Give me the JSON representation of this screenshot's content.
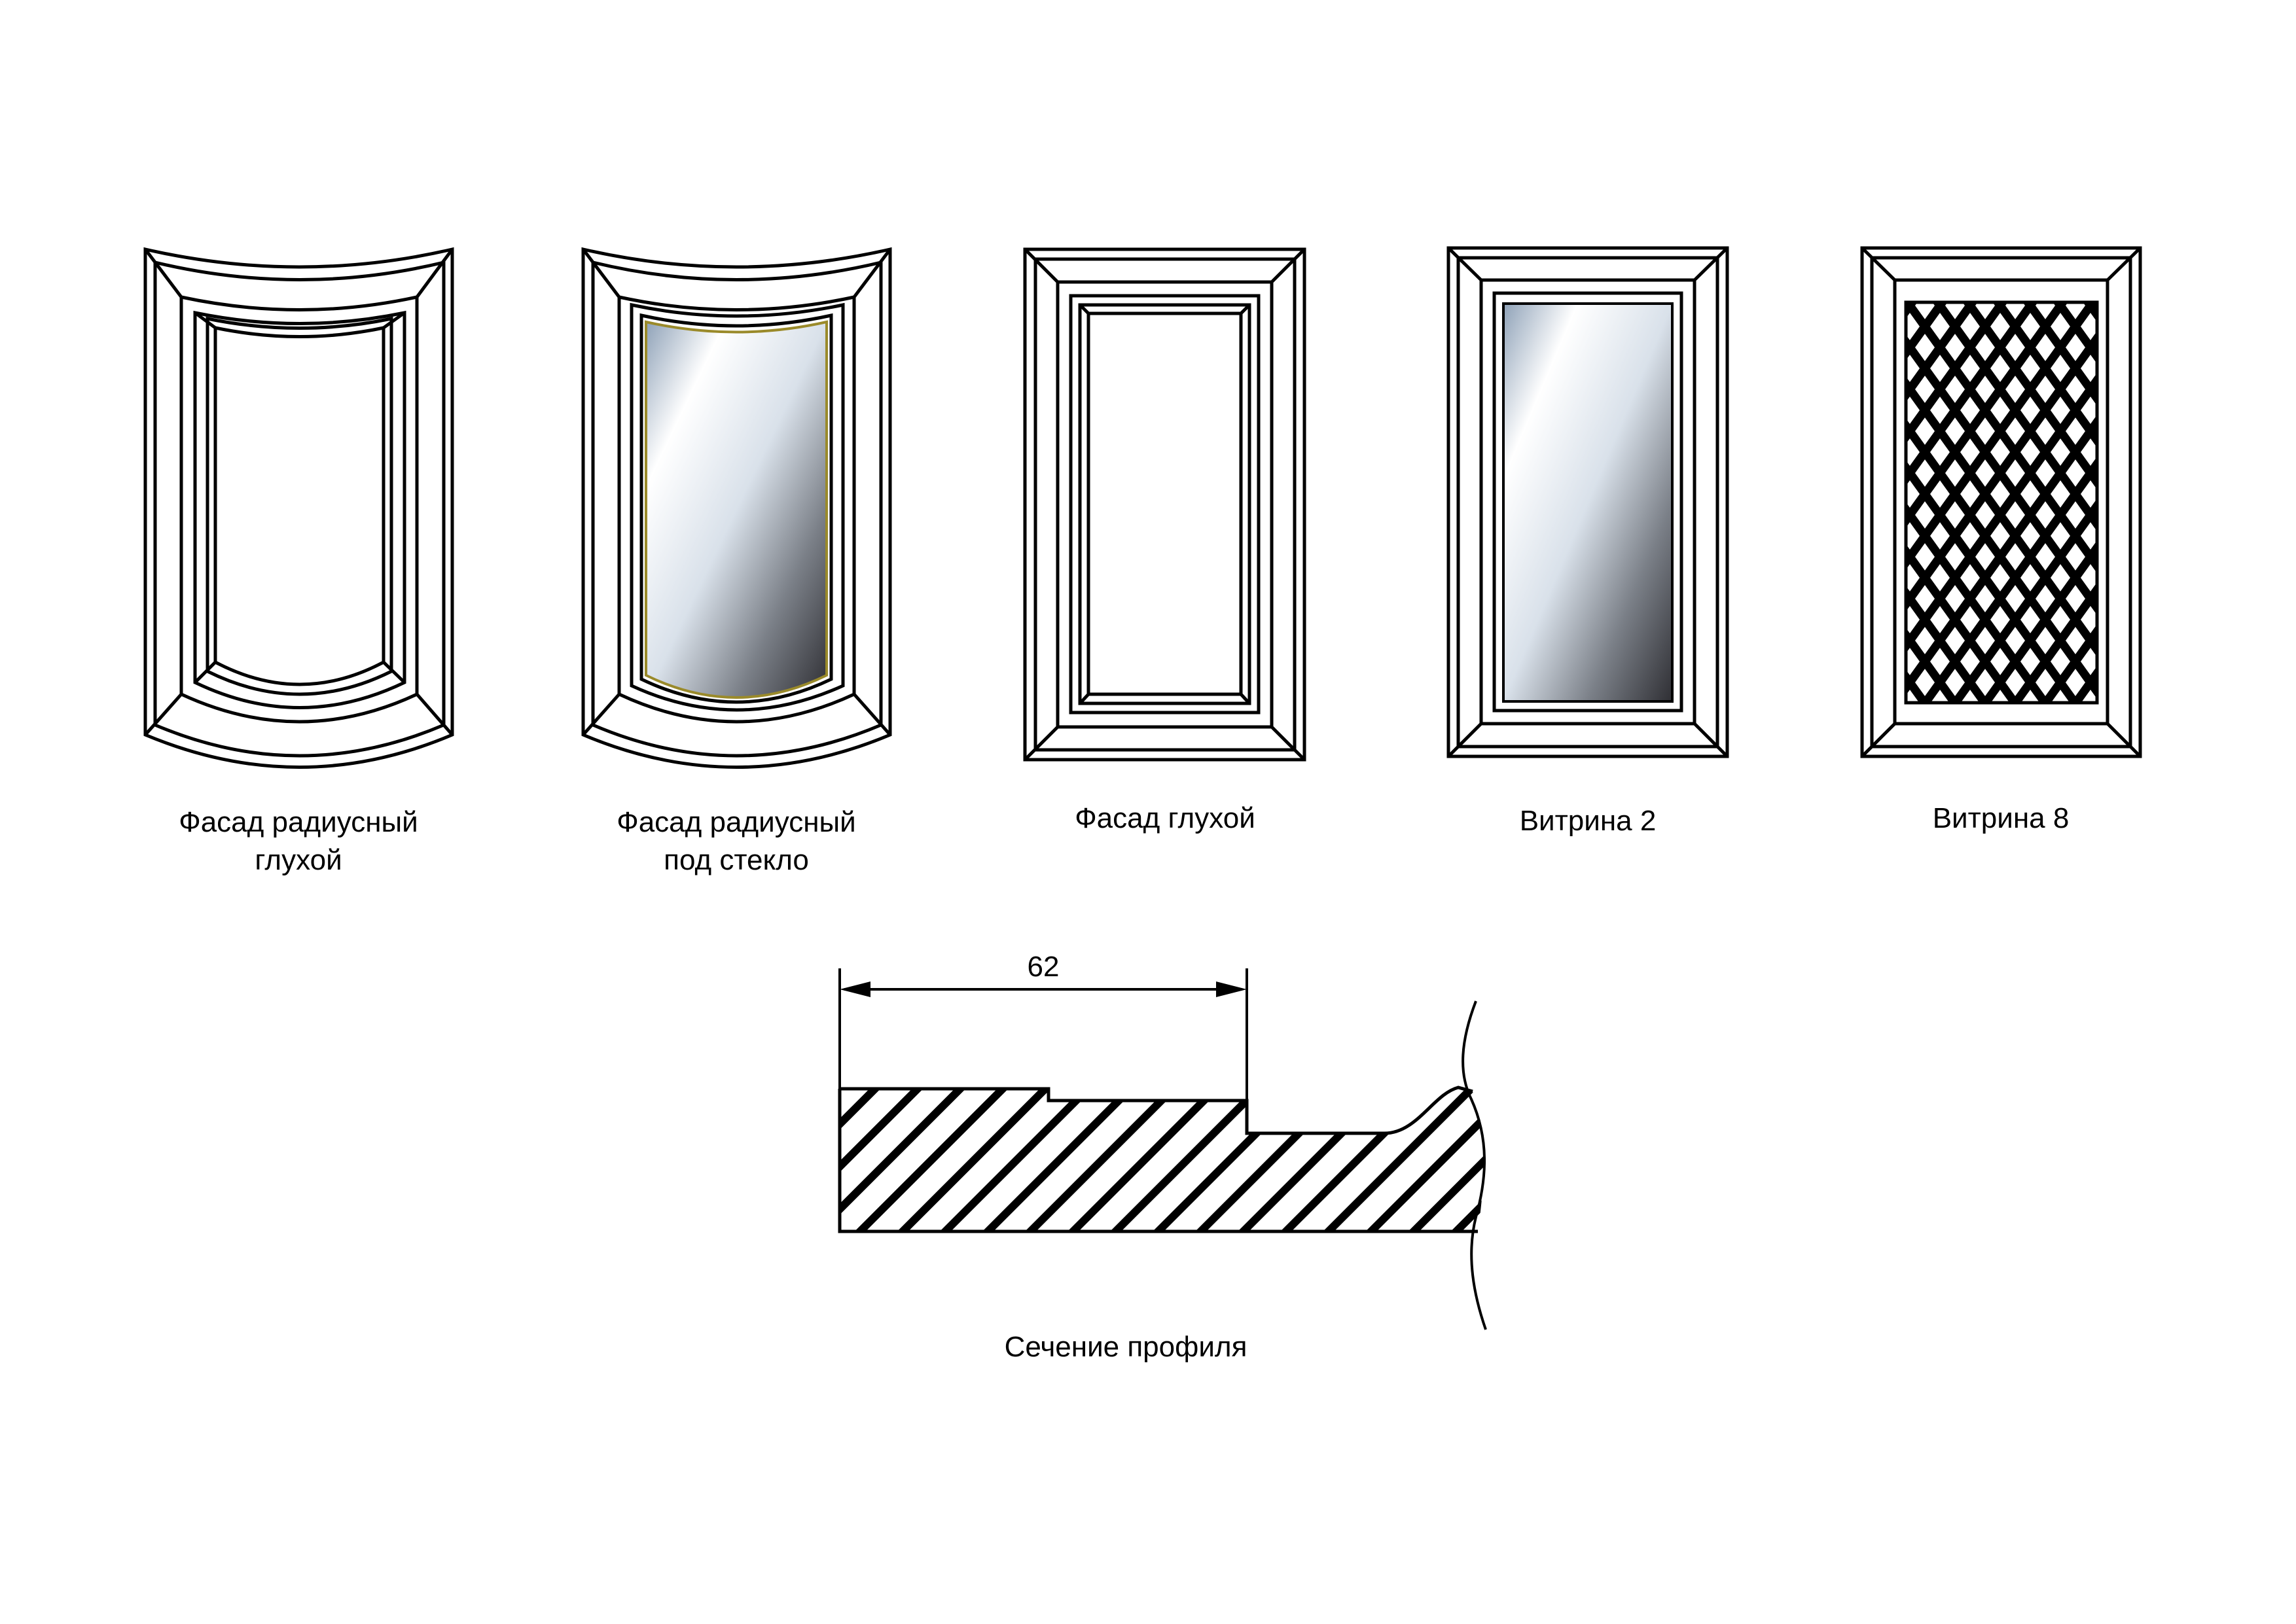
{
  "facades": [
    {
      "id": "radius-solid",
      "name_line1": "Фасад радиусный",
      "name_line2": "глухой",
      "panel": "solid",
      "shape": "radius"
    },
    {
      "id": "radius-glass",
      "name_line1": "Фасад радиусный",
      "name_line2": "под стекло",
      "panel": "glass",
      "shape": "radius"
    },
    {
      "id": "solid",
      "name_line1": "Фасад глухой",
      "name_line2": "",
      "panel": "solid",
      "shape": "straight"
    },
    {
      "id": "vitrina-2",
      "name_line1": "Витрина 2",
      "name_line2": "",
      "panel": "glass",
      "shape": "straight"
    },
    {
      "id": "vitrina-8",
      "name_line1": "Витрина 8",
      "name_line2": "",
      "panel": "lattice",
      "shape": "straight"
    }
  ],
  "profile": {
    "dimension": "62",
    "caption": "Сечение профиля"
  },
  "colors": {
    "line": "#000000",
    "glass_light": "#ffffff",
    "glass_mid": "#b8c3d2",
    "glass_dark": "#3a3a40",
    "glass_edge": "#9a8a2a"
  }
}
